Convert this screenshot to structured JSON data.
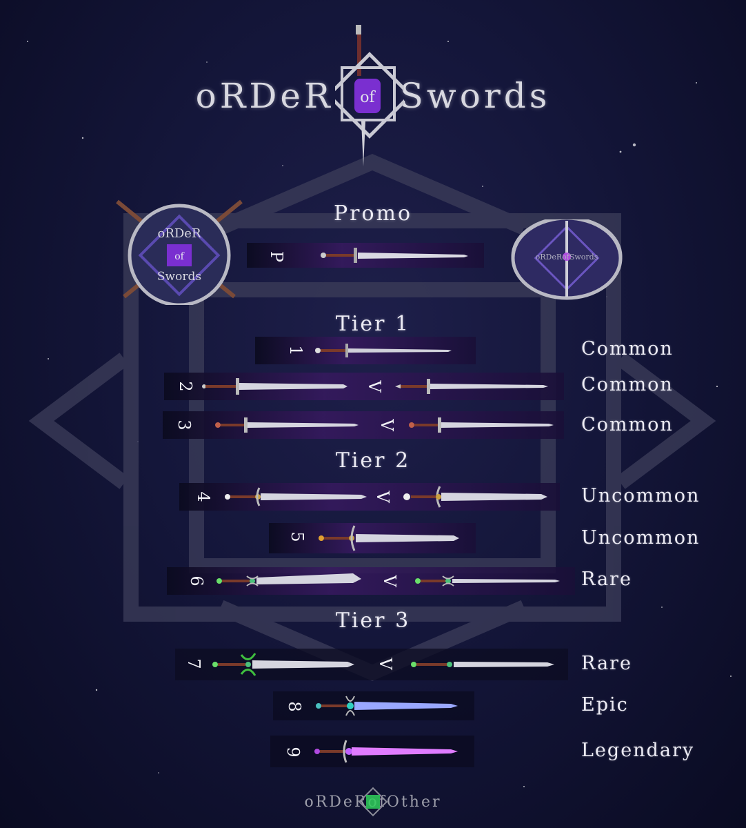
{
  "title": {
    "left": "oRDeR",
    "middle": "of",
    "right": "Swords"
  },
  "promo": {
    "heading": "Promo",
    "tag": "P",
    "left_emblem_text": [
      "oRDeR",
      "of",
      "Swords"
    ],
    "right_emblem_text": "oRDeRofSwords"
  },
  "tiers": [
    {
      "heading": "Tier 1"
    },
    {
      "heading": "Tier 2"
    },
    {
      "heading": "Tier 3"
    }
  ],
  "rows": [
    {
      "num": "1",
      "variant": "",
      "rarity": "Common"
    },
    {
      "num": "2",
      "variant": "V",
      "rarity": "Common"
    },
    {
      "num": "3",
      "variant": "V",
      "rarity": "Common"
    },
    {
      "num": "4",
      "variant": "V",
      "rarity": "Uncommon"
    },
    {
      "num": "5",
      "variant": "",
      "rarity": "Uncommon"
    },
    {
      "num": "6",
      "variant": "V",
      "rarity": "Rare"
    },
    {
      "num": "7",
      "variant": "V",
      "rarity": "Rare"
    },
    {
      "num": "8",
      "variant": "",
      "rarity": "Epic"
    },
    {
      "num": "9",
      "variant": "",
      "rarity": "Legendary"
    }
  ],
  "footer": {
    "text": "oRDeRofOther"
  },
  "colors": {
    "gem_purple": "#7a2fd0",
    "gem_green": "#2fcf5a",
    "epic_blade": "#9aa8ff",
    "legendary_blade": "#e07cff"
  }
}
